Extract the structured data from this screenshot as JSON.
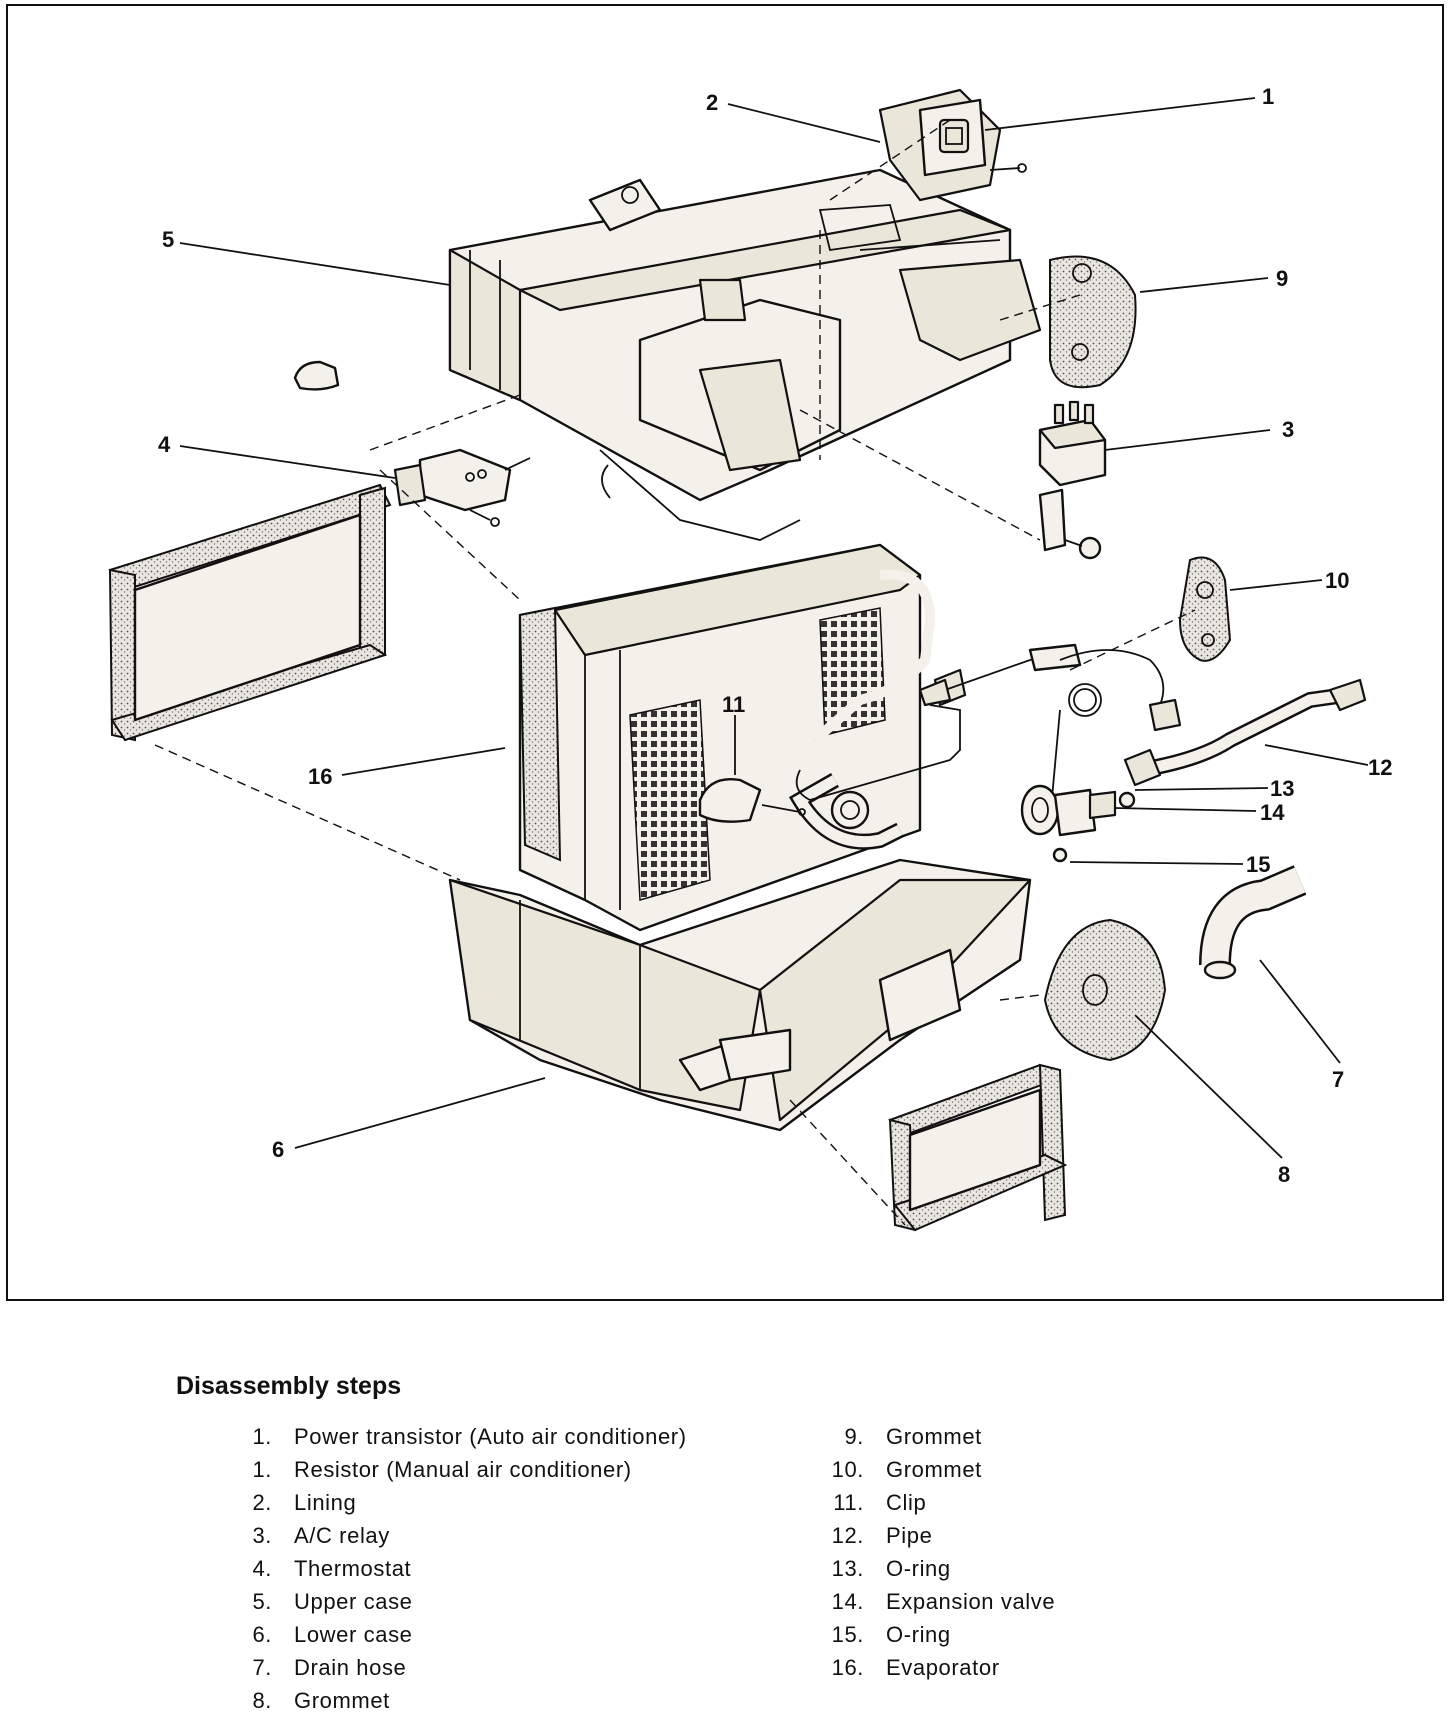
{
  "diagram": {
    "callouts": [
      "1",
      "2",
      "3",
      "4",
      "5",
      "6",
      "7",
      "8",
      "9",
      "10",
      "11",
      "12",
      "13",
      "14",
      "15",
      "16"
    ]
  },
  "steps": {
    "title": "Disassembly steps",
    "left": [
      {
        "num": "1.",
        "label": "Power transistor (Auto air conditioner)"
      },
      {
        "num": "1.",
        "label": "Resistor (Manual air conditioner)"
      },
      {
        "num": "2.",
        "label": "Lining"
      },
      {
        "num": "3.",
        "label": "A/C relay"
      },
      {
        "num": "4.",
        "label": "Thermostat"
      },
      {
        "num": "5.",
        "label": "Upper case"
      },
      {
        "num": "6.",
        "label": "Lower case"
      },
      {
        "num": "7.",
        "label": "Drain hose"
      },
      {
        "num": "8.",
        "label": "Grommet"
      }
    ],
    "right": [
      {
        "num": "9.",
        "label": "Grommet"
      },
      {
        "num": "10.",
        "label": "Grommet"
      },
      {
        "num": "11.",
        "label": "Clip"
      },
      {
        "num": "12.",
        "label": "Pipe"
      },
      {
        "num": "13.",
        "label": "O-ring"
      },
      {
        "num": "14.",
        "label": "Expansion valve"
      },
      {
        "num": "15.",
        "label": "O-ring"
      },
      {
        "num": "16.",
        "label": "Evaporator"
      }
    ]
  }
}
